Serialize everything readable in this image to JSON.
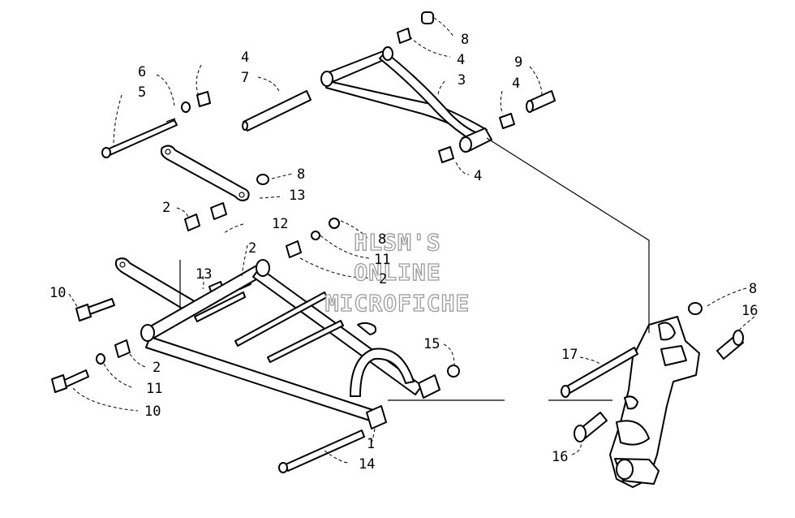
{
  "watermark": {
    "line1": "HLSM'S",
    "line2": "ONLINE",
    "line3": "MICROFICHE"
  },
  "callouts": [
    {
      "id": "8a",
      "text": "8"
    },
    {
      "id": "4a",
      "text": "4"
    },
    {
      "id": "3",
      "text": "3"
    },
    {
      "id": "9",
      "text": "9"
    },
    {
      "id": "4b",
      "text": "4"
    },
    {
      "id": "4c",
      "text": "4"
    },
    {
      "id": "6",
      "text": "6"
    },
    {
      "id": "5",
      "text": "5"
    },
    {
      "id": "4d",
      "text": "4"
    },
    {
      "id": "7",
      "text": "7"
    },
    {
      "id": "8b",
      "text": "8"
    },
    {
      "id": "13a",
      "text": "13"
    },
    {
      "id": "2a",
      "text": "2"
    },
    {
      "id": "12",
      "text": "12"
    },
    {
      "id": "8c",
      "text": "8"
    },
    {
      "id": "11a",
      "text": "11"
    },
    {
      "id": "2b",
      "text": "2"
    },
    {
      "id": "2c",
      "text": "2"
    },
    {
      "id": "13b",
      "text": "13"
    },
    {
      "id": "10a",
      "text": "10"
    },
    {
      "id": "2d",
      "text": "2"
    },
    {
      "id": "11b",
      "text": "11"
    },
    {
      "id": "10b",
      "text": "10"
    },
    {
      "id": "15",
      "text": "15"
    },
    {
      "id": "1",
      "text": "1"
    },
    {
      "id": "14",
      "text": "14"
    },
    {
      "id": "17",
      "text": "17"
    },
    {
      "id": "8d",
      "text": "8"
    },
    {
      "id": "16a",
      "text": "16"
    },
    {
      "id": "16b",
      "text": "16"
    }
  ]
}
